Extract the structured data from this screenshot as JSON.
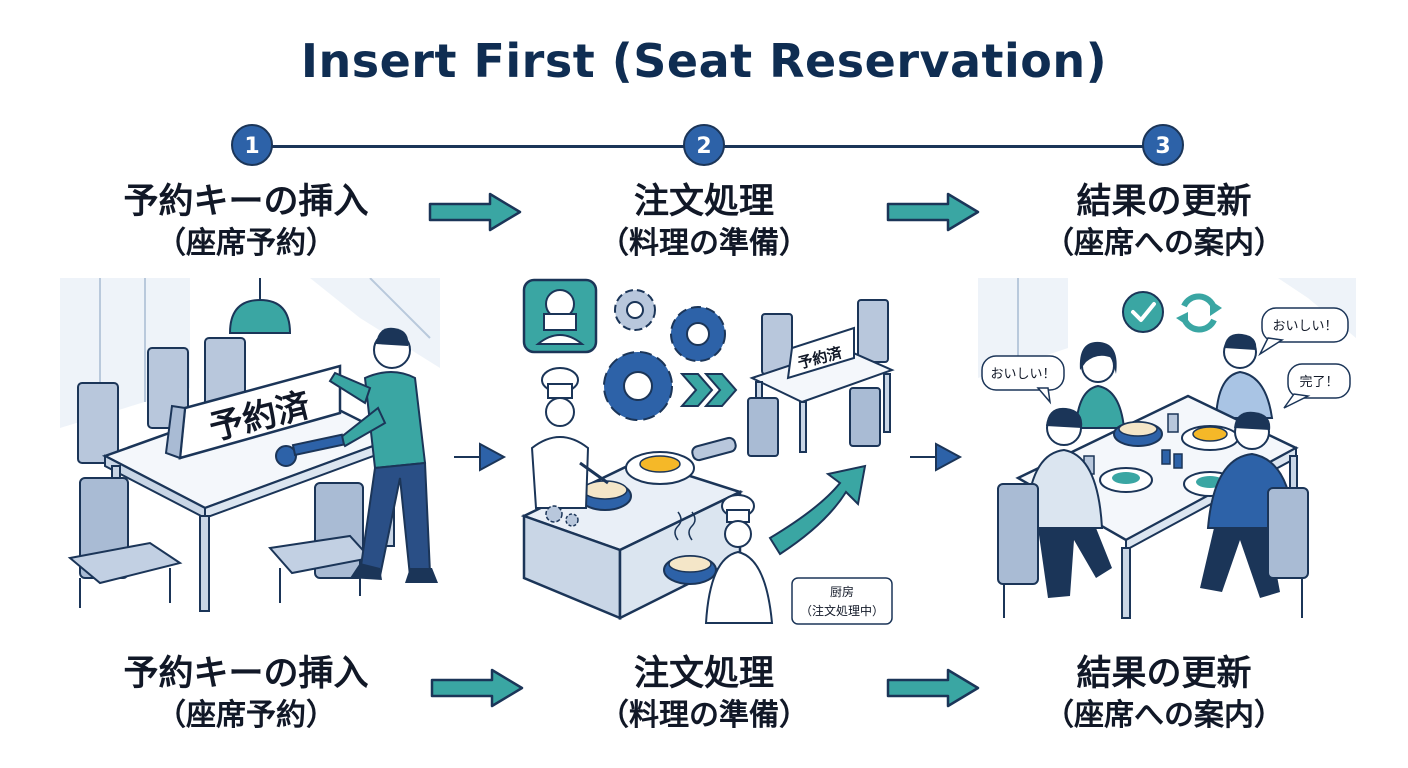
{
  "title": "Insert First (Seat Reservation)",
  "steps": [
    {
      "number": "1",
      "line1": "予約キーの挿入",
      "line2": "（座席予約）"
    },
    {
      "number": "2",
      "line1": "注文処理",
      "line2": "（料理の準備）"
    },
    {
      "number": "3",
      "line1": "結果の更新",
      "line2": "（座席への案内）"
    }
  ],
  "scene1": {
    "sign": "予約済"
  },
  "scene2": {
    "small_sign": "予約済",
    "kitchen_line1": "厨房",
    "kitchen_line2": "（注文処理中）"
  },
  "scene3": {
    "bubble_left": "おいしい！",
    "bubble_right": "おいしい！",
    "bubble_done": "完了！"
  },
  "colors": {
    "accent_teal": "#3aa6a3",
    "navy": "#1b3558",
    "step_blue": "#2d62a8",
    "light_blue": "#dbe7f3"
  }
}
